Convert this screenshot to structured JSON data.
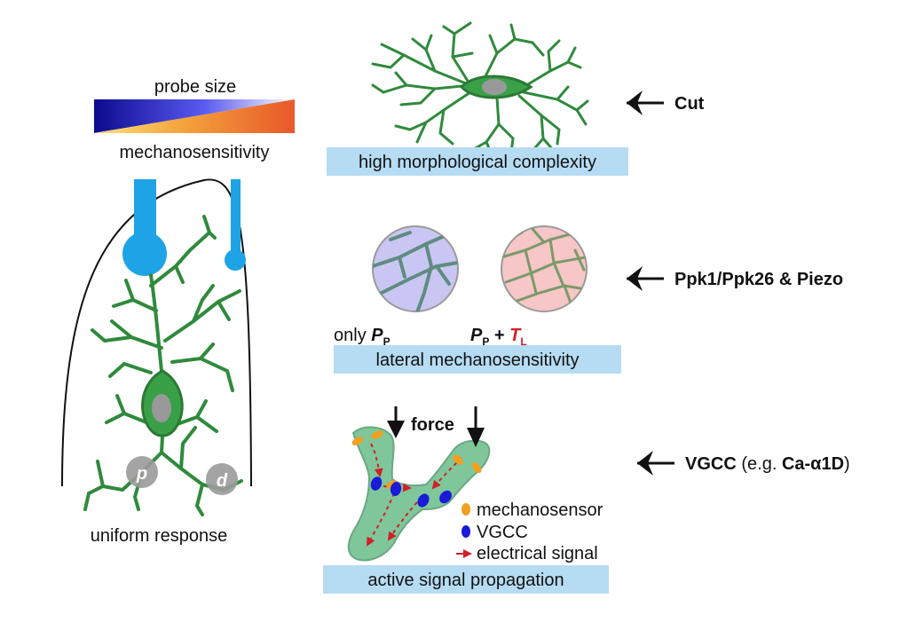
{
  "gradient": {
    "top_label": "probe size",
    "bottom_label": "mechanosensitivity",
    "colors": {
      "probe_start": "#0b0b8f",
      "probe_end": "#ffffff",
      "mech_start": "#f5c400",
      "mech_end": "#e8582a"
    }
  },
  "neuron": {
    "color": "#2f8a3c",
    "soma_color": "#3aa048",
    "nucleus_color": "#999999",
    "probe_color": "#1ea3e6",
    "proximal_label": "p",
    "distal_label": "d",
    "caption": "uniform response"
  },
  "panels": {
    "morphology": {
      "box_label": "high morphological complexity",
      "factor": "Cut"
    },
    "lateral": {
      "box_label": "lateral mechanosensitivity",
      "factor": "Ppk1/Ppk26 & Piezo",
      "left_prefix": "only ",
      "left_symbol": "P",
      "left_sub": "P",
      "right_symbol": "P",
      "right_sub": "P",
      "plus": " + ",
      "t_symbol": "T",
      "t_sub": "L",
      "left_circle_color": "#c9c6f3",
      "right_circle_color": "#f7c6c6"
    },
    "propagation": {
      "box_label": "active signal propagation",
      "force_label": "force",
      "factor_main": "VGCC",
      "factor_paren_open": " (e.g. ",
      "factor_example": "Ca-α1D",
      "factor_paren_close": ")",
      "legend": [
        {
          "label": "mechanosensor",
          "icon": "orange-ellipse-icon"
        },
        {
          "label": "VGCC",
          "icon": "blue-ellipse-icon"
        },
        {
          "label": "electrical signal",
          "icon": "red-arrow-icon"
        }
      ],
      "branch_color": "#7fc79a"
    }
  },
  "colors": {
    "label_box": "#b6dcf3",
    "accent_red": "#d0202a",
    "mechanosensor": "#f0a020",
    "vgcc": "#1a1ad8",
    "arrow": "#111111"
  }
}
